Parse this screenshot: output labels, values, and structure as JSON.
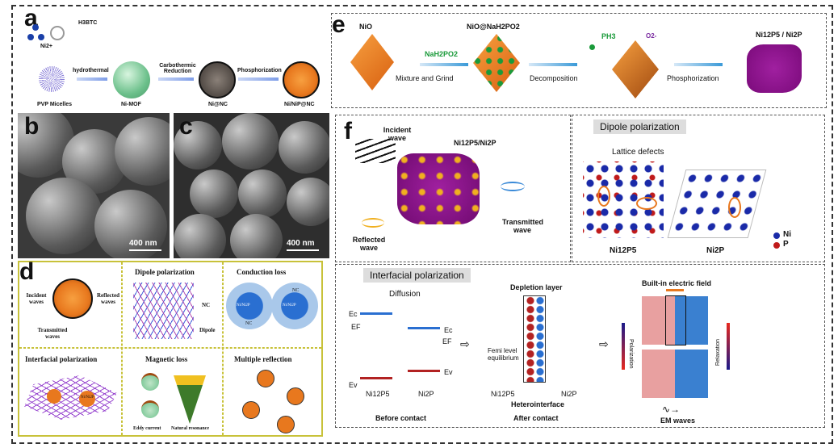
{
  "panels": {
    "a": {
      "label": "a",
      "h3btc": "H3BTC",
      "ni": "Ni2+",
      "steps": [
        "PVP Micelles",
        "Ni-MOF",
        "Ni@NC",
        "Ni/NiP@NC"
      ],
      "arrows": [
        "hydrothermal",
        "Carbothermic Reduction",
        "Phosphorization"
      ]
    },
    "b": {
      "label": "b",
      "scale": "400 nm"
    },
    "c": {
      "label": "c",
      "scale": "400 nm"
    },
    "d": {
      "label": "d",
      "cells": [
        {
          "title": "",
          "texts": [
            "Incident waves",
            "Reflected waves",
            "Transmitted waves"
          ]
        },
        {
          "title": "Dipole polarization",
          "texts": [
            "NC",
            "Dipole"
          ]
        },
        {
          "title": "Conduction loss",
          "texts": [
            "NC",
            "NC",
            "Ni/Ni2P",
            "Ni/Ni2P"
          ]
        },
        {
          "title": "Interfacial polarization",
          "texts": [
            "Ni/Ni2P"
          ]
        },
        {
          "title": "Magnetic loss",
          "texts": [
            "Eddy current",
            "Natural resonance"
          ]
        },
        {
          "title": "Multiple reflection",
          "texts": []
        }
      ]
    },
    "e": {
      "label": "e",
      "stages": [
        "NiO",
        "NiO@NaH2PO2",
        "",
        "Ni12P5 / Ni2P"
      ],
      "reagent": "NaH2PO2",
      "arrows": [
        "Mixture and Grind",
        "Decomposition",
        "Phosphorization"
      ],
      "ph3": "PH3",
      "o2": "O2-"
    },
    "f": {
      "label": "f",
      "wave": {
        "incident": "Incident wave",
        "material": "Ni12P5/Ni2P",
        "transmitted": "Transmitted wave",
        "reflected": "Reflected wave"
      },
      "dipole": {
        "title": "Dipole polarization",
        "defects": "Lattice defects",
        "left": "Ni12P5",
        "right": "Ni2P",
        "legend": [
          "Ni",
          "P"
        ]
      },
      "interfacial": {
        "title": "Interfacial polarization",
        "diffusion": "Diffusion",
        "ec": "Ec",
        "ef": "EF",
        "ev": "Ev",
        "left": "Ni12P5",
        "right": "Ni2P",
        "before": "Before contact",
        "depletion": "Depletion layer",
        "fermi": "Femi level equilibrium",
        "hetero": "Heterointerface",
        "after": "After contact",
        "field": "Built-in electric field",
        "polarization": "Polarization",
        "relaxation": "Relaxation",
        "em": "EM waves"
      }
    }
  },
  "colors": {
    "orange": "#e8781e",
    "purple": "#8e1a8e",
    "blue": "#2a6fd1",
    "red": "#b22222",
    "green": "#6cc08b"
  }
}
